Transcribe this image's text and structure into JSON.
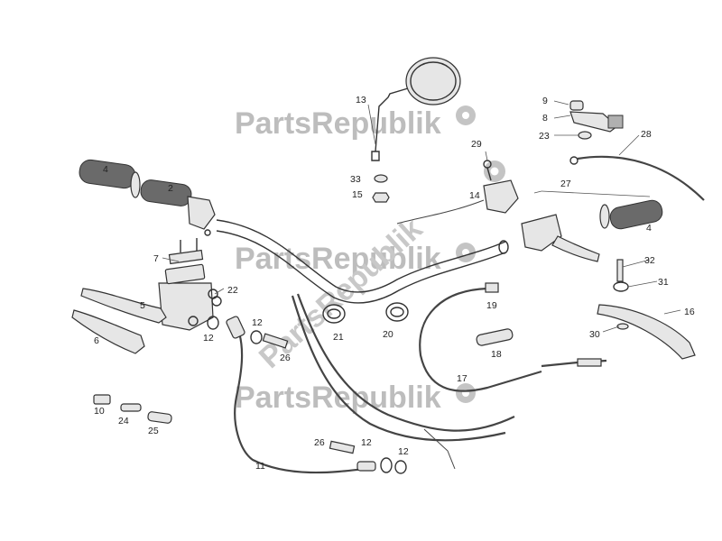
{
  "watermark": {
    "brand_text": "PartsRepublik"
  },
  "callouts": [
    {
      "id": "c13",
      "text": "13"
    },
    {
      "id": "c9",
      "text": "9"
    },
    {
      "id": "c8",
      "text": "8"
    },
    {
      "id": "c23",
      "text": "23"
    },
    {
      "id": "c28",
      "text": "28"
    },
    {
      "id": "c29",
      "text": "29"
    },
    {
      "id": "c4a",
      "text": "4"
    },
    {
      "id": "c2",
      "text": "2"
    },
    {
      "id": "c33",
      "text": "33"
    },
    {
      "id": "c15",
      "text": "15"
    },
    {
      "id": "c14",
      "text": "14"
    },
    {
      "id": "c27",
      "text": "27"
    },
    {
      "id": "c4b",
      "text": "4"
    },
    {
      "id": "c7",
      "text": "7"
    },
    {
      "id": "c22",
      "text": "22"
    },
    {
      "id": "c5",
      "text": "5"
    },
    {
      "id": "c6",
      "text": "6"
    },
    {
      "id": "c12a",
      "text": "12"
    },
    {
      "id": "c12b",
      "text": "12"
    },
    {
      "id": "c26a",
      "text": "26"
    },
    {
      "id": "c21",
      "text": "21"
    },
    {
      "id": "c20",
      "text": "20"
    },
    {
      "id": "c19",
      "text": "19"
    },
    {
      "id": "c32",
      "text": "32"
    },
    {
      "id": "c31",
      "text": "31"
    },
    {
      "id": "c16",
      "text": "16"
    },
    {
      "id": "c30",
      "text": "30"
    },
    {
      "id": "c18",
      "text": "18"
    },
    {
      "id": "c17",
      "text": "17"
    },
    {
      "id": "c10",
      "text": "10"
    },
    {
      "id": "c24",
      "text": "24"
    },
    {
      "id": "c25",
      "text": "25"
    },
    {
      "id": "c11",
      "text": "11"
    },
    {
      "id": "c26b",
      "text": "26"
    },
    {
      "id": "c12c",
      "text": "12"
    },
    {
      "id": "c12d",
      "text": "12"
    }
  ]
}
